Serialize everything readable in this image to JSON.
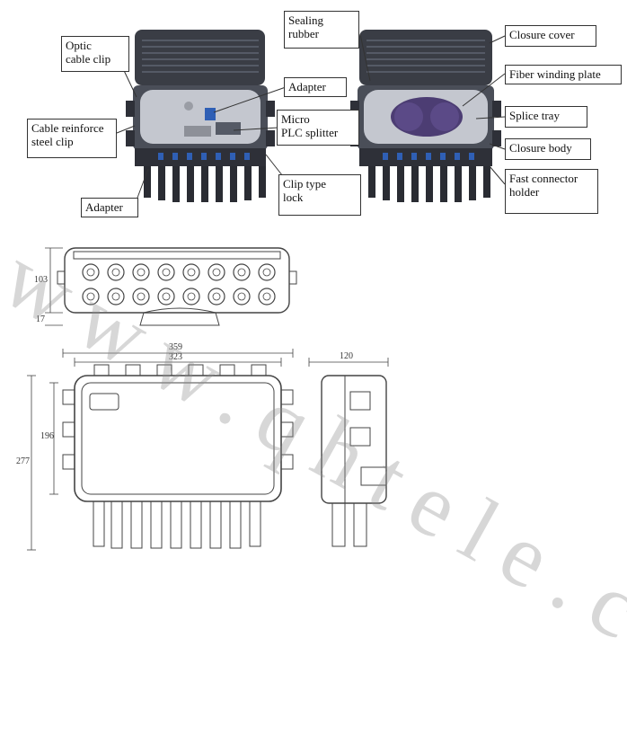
{
  "callouts": {
    "optic_cable_clip": "Optic\ncable clip",
    "cable_reinforce": "Cable   reinforce\nsteel clip",
    "adapter_left": "Adapter",
    "adapter_top": "Adapter",
    "micro_plc": "Micro\nPLC splitter",
    "clip_type_lock": "Clip type\nlock",
    "sealing_rubber": "Sealing\nrubber",
    "closure_cover": "Closure cover",
    "fiber_winding": "Fiber winding plate",
    "splice_tray": "Splice tray",
    "closure_body": "Closure body",
    "fast_connector": "Fast   connector\nholder"
  },
  "dimensions": {
    "d103": "103",
    "d17": "17",
    "d359": "359",
    "d323": "323",
    "d196": "196",
    "d277": "277",
    "d120": "120"
  },
  "watermark": "www.qhtele.com",
  "colors": {
    "enclosure_dark": "#3a3d45",
    "tray_gray": "#c4c7cf",
    "connector_blue": "#2f5fb5",
    "line": "#333333"
  }
}
